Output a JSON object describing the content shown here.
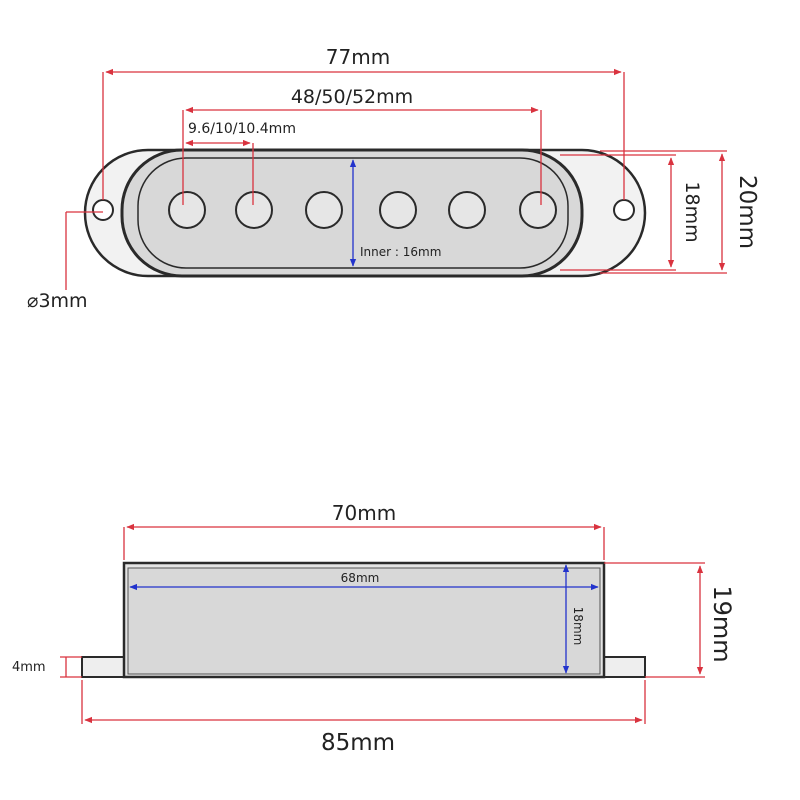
{
  "colors": {
    "dimension_line": "#d9333f",
    "inner_dimension_line": "#2233cc",
    "outline": "#2a2a2a",
    "cover_fill": "#d8d8d8",
    "flange_fill": "#eeeeee",
    "hole_fill": "#e6e6e6"
  },
  "top_view": {
    "overall_length": "77mm",
    "pole_span": "48/50/52mm",
    "pole_spacing": "9.6/10/10.4mm",
    "inner_width": "Inner : 16mm",
    "cover_width": "18mm",
    "overall_width": "20mm",
    "mount_hole_diameter": "⌀3mm",
    "pole_count": 6
  },
  "side_view": {
    "cover_length": "70mm",
    "inner_length": "68mm",
    "inner_height": "18mm",
    "total_height": "19mm",
    "base_thickness": "4mm",
    "base_length": "85mm"
  }
}
